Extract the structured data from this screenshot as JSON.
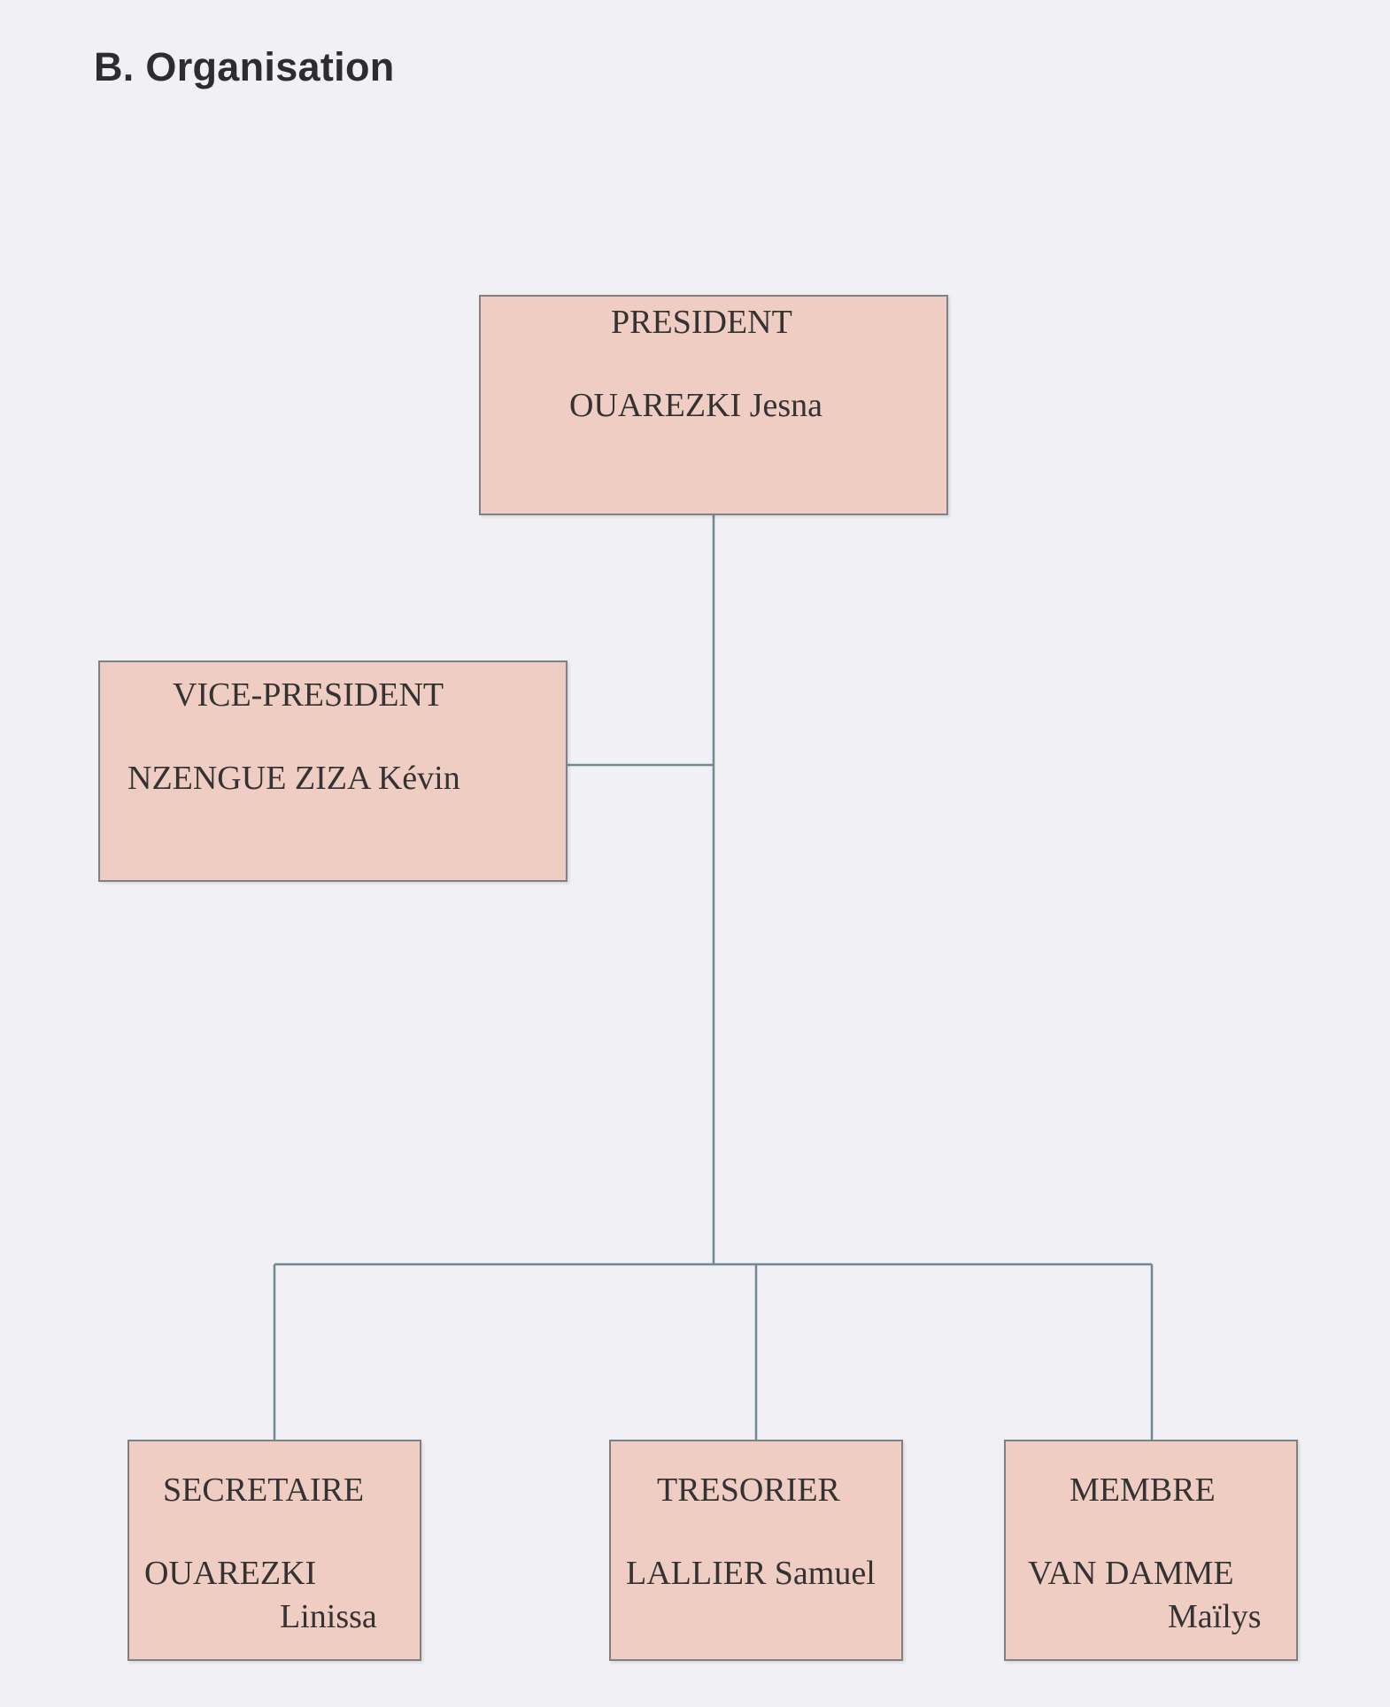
{
  "title": "B. Organisation",
  "colors": {
    "page_background": "#f1f0f4",
    "box_fill": "#f0cdc2",
    "box_border": "#7d8185",
    "connector": "#6f8a94",
    "text": "#333333"
  },
  "org_chart": {
    "president": {
      "role": "PRESIDENT",
      "name": "OUAREZKI Jesna"
    },
    "vice_president": {
      "role": "VICE-PRESIDENT",
      "name": "NZENGUE ZIZA Kévin"
    },
    "secretaire": {
      "role": "SECRETAIRE",
      "name_line1": "OUAREZKI",
      "name_line2": "Linissa"
    },
    "tresorier": {
      "role": "TRESORIER",
      "name": "LALLIER Samuel"
    },
    "membre": {
      "role": "MEMBRE",
      "name_line1": "VAN DAMME",
      "name_line2": "Maïlys"
    }
  }
}
